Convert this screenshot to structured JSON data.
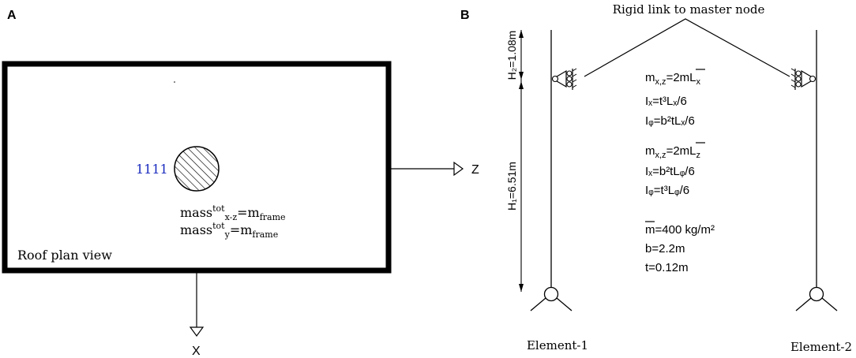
{
  "panel_a": {
    "label": "A",
    "node_label": "1111",
    "mass_xz": {
      "base": "mass",
      "sup": "tot",
      "sub": "x-z",
      "eq": "=m",
      "rhs_sub": "frame"
    },
    "mass_y": {
      "base": "mass",
      "sup": "tot",
      "sub": "y",
      "eq": "=m",
      "rhs_sub": "frame"
    },
    "plan_label": "Roof plan view",
    "axis_z": "Z",
    "axis_x": "X"
  },
  "panel_b": {
    "label": "B",
    "rigid_link": "Rigid link to master node",
    "h2_label": "H₂=1.08m",
    "h1_label": "H₁=6.51m",
    "element_1": "Element-1",
    "element_2": "Element-2",
    "group1": {
      "m_lhs": "m",
      "m_sub": "x,z",
      "m_rhs": "=2",
      "m_bar": "m",
      "m_L": "L",
      "m_L_sub": "x",
      "ix": "Iₓ=t³Lₓ/6",
      "iz": "Iᵩ=b²tLₓ/6"
    },
    "group2": {
      "m_lhs": "m",
      "m_sub": "x,z",
      "m_rhs": "=2",
      "m_bar": "m",
      "m_L": "L",
      "m_L_sub": "z",
      "ix": "Iₓ=b²tLᵩ/6",
      "iz": "Iᵩ=t³Lᵩ/6"
    },
    "params": {
      "m_bar": "m",
      "m_value": "=400 kg/m²",
      "b": "b=2.2m",
      "t": "t=0.12m"
    }
  }
}
